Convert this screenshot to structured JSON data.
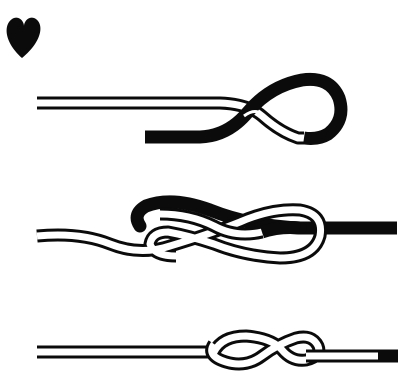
{
  "diagram": {
    "kind": "knot-tying-steps",
    "steps": [
      {
        "name": "step-1-form-loop"
      },
      {
        "name": "step-2-weave-figure-eight"
      },
      {
        "name": "step-3-finished-knot"
      }
    ],
    "icons": [
      "heart-icon"
    ],
    "colors": {
      "ink": "#0b0b0b",
      "paper": "#ffffff",
      "rope_light": "#ffffff",
      "rope_dark": "#0b0b0b"
    }
  }
}
